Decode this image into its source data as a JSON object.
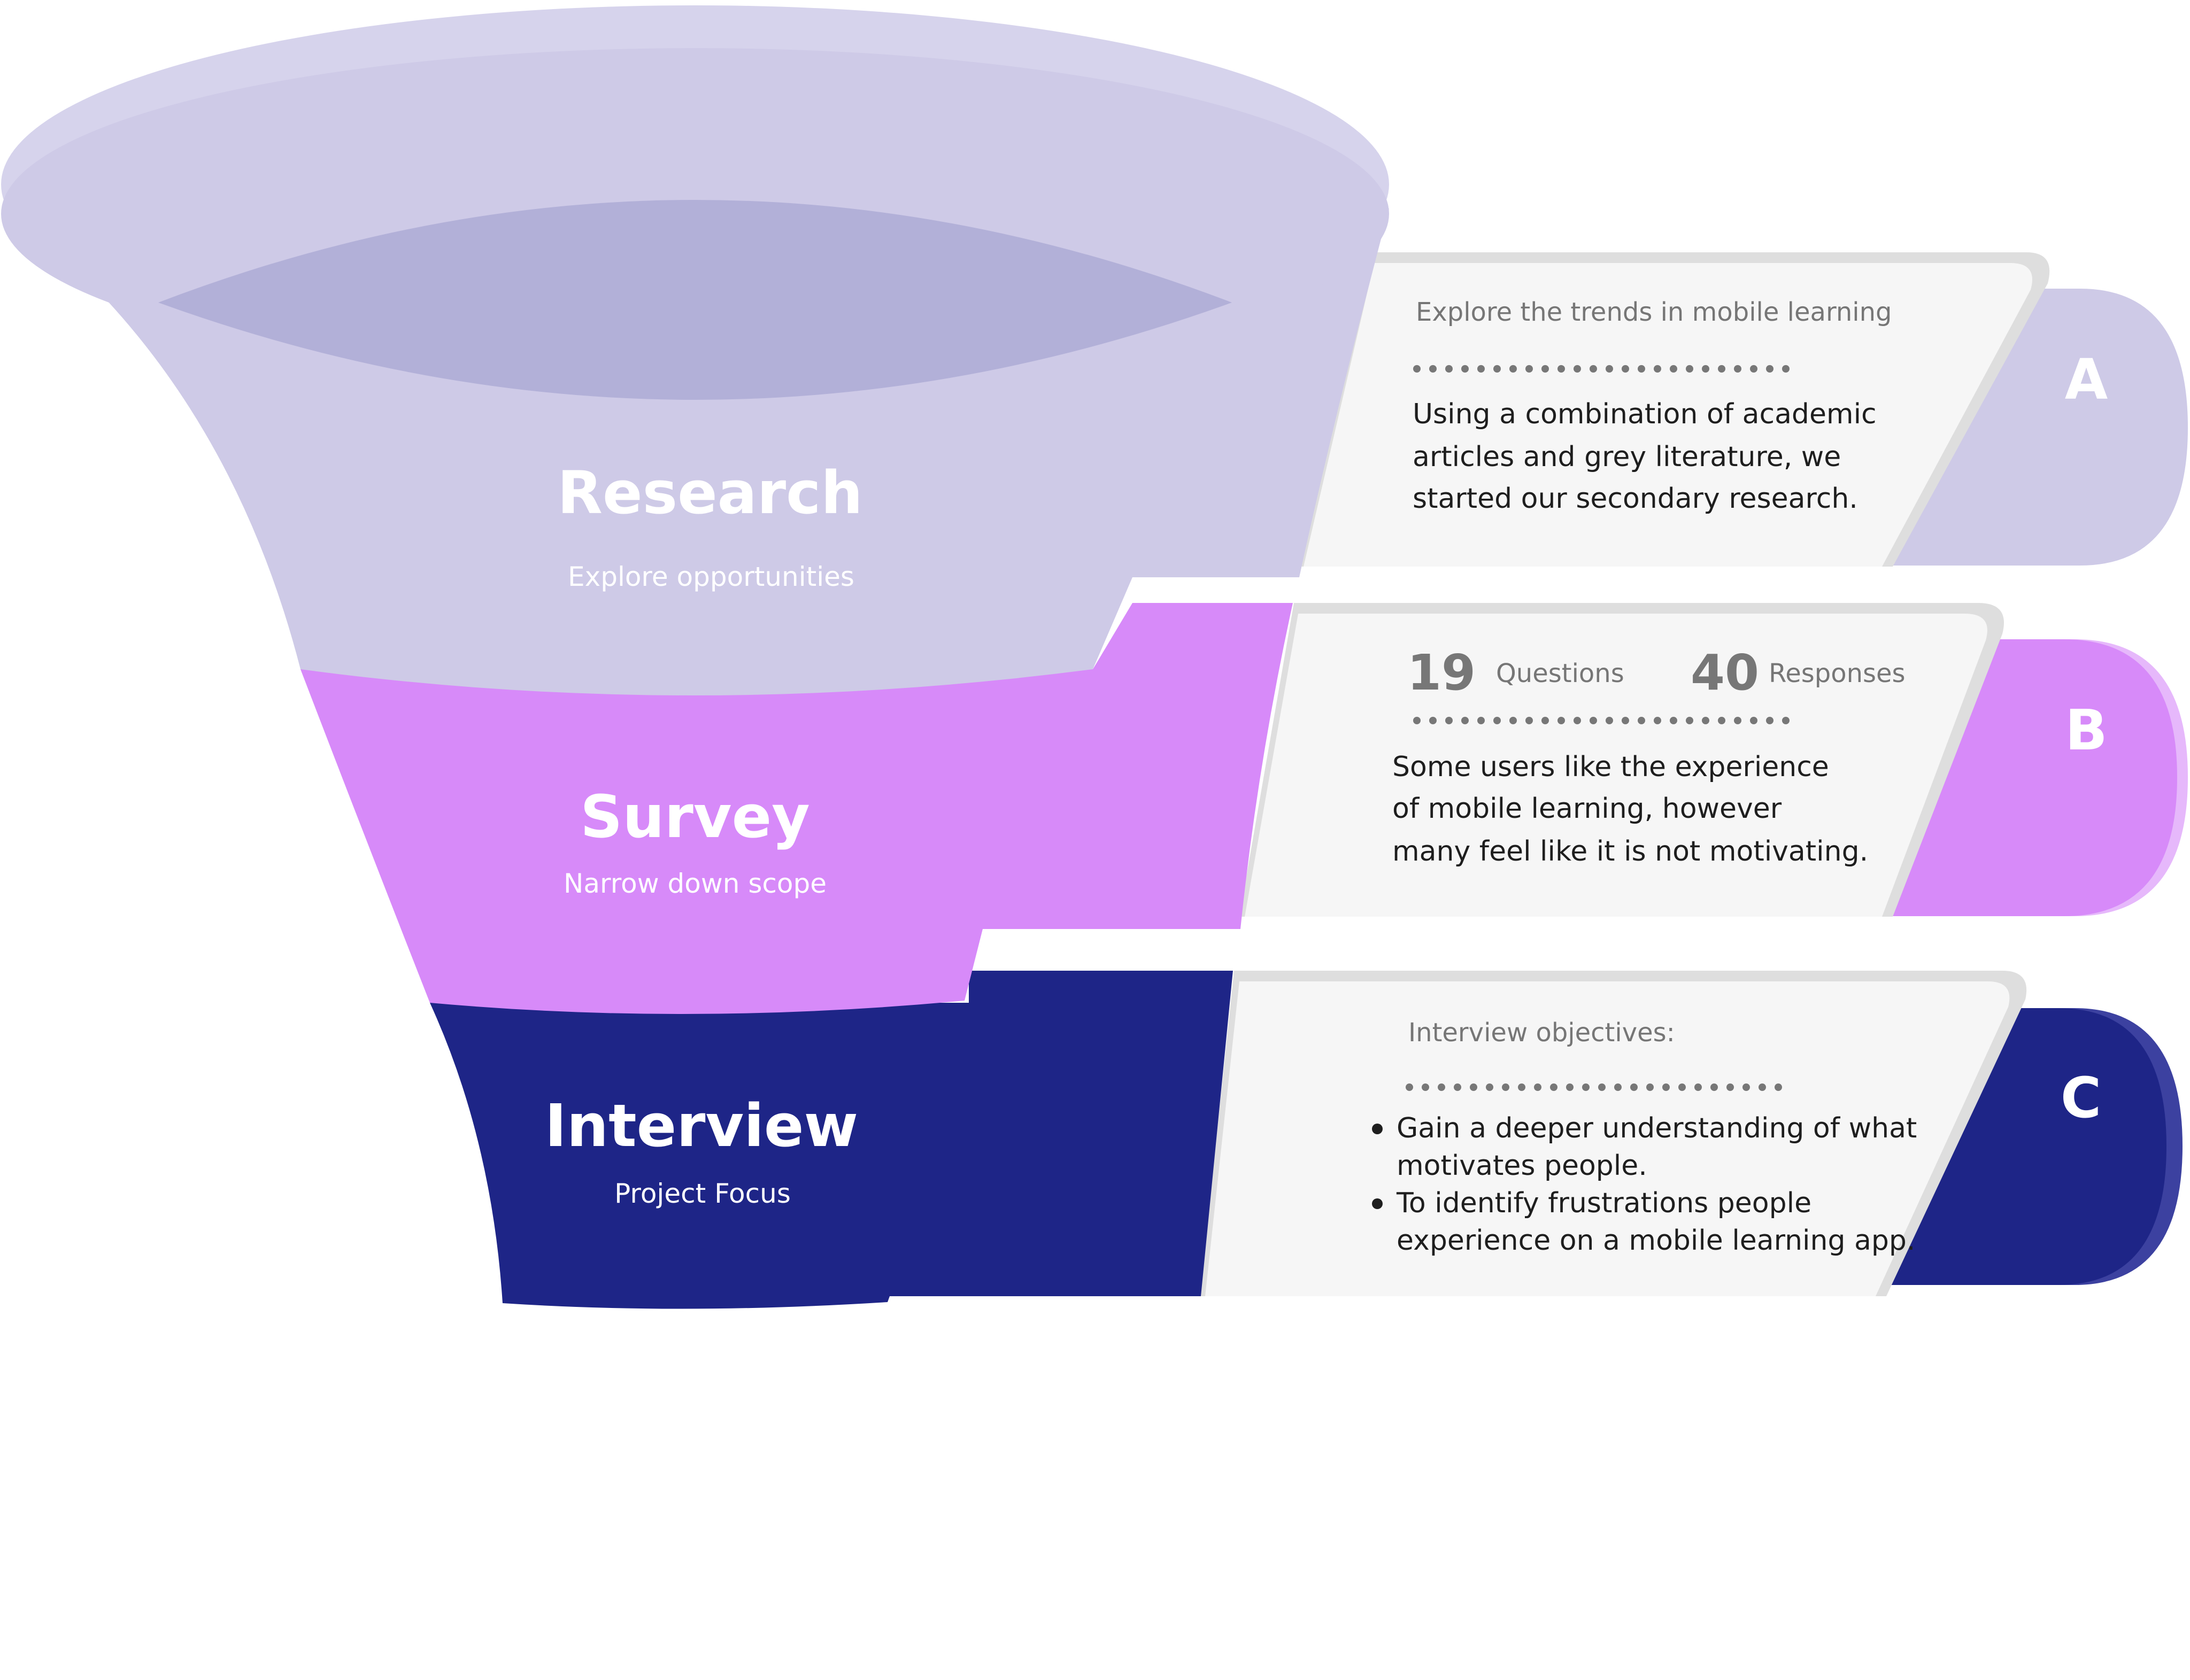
{
  "stages": [
    {
      "title": "Research",
      "subtitle": "Explore opportunities",
      "color": "#cecae7"
    },
    {
      "title": "Survey",
      "subtitle": "Narrow down scope",
      "color": "#d78af9"
    },
    {
      "title": "Interview",
      "subtitle": "Project Focus",
      "color": "#1e2587"
    }
  ],
  "cards": {
    "a": {
      "letter": "A",
      "heading": "Explore the trends in mobile learning",
      "lines": [
        "Using a combination of academic",
        "articles and grey literature, we",
        "started our secondary research."
      ]
    },
    "b": {
      "letter": "B",
      "questions_count": "19",
      "questions_label": "Questions",
      "responses_count": "40",
      "responses_label": "Responses",
      "lines": [
        "Some users like the experience",
        "of mobile learning, however",
        "many feel like it is not motivating."
      ]
    },
    "c": {
      "letter": "C",
      "heading": "Interview objectives:",
      "bullets": [
        [
          "Gain a deeper understanding of what",
          "motivates people."
        ],
        [
          "To identify frustrations people",
          "experience on a mobile learning app."
        ]
      ]
    }
  },
  "colors": {
    "research": "#cecae7",
    "research_rim": "#d6d3ec",
    "research_inner": "#b2b0d8",
    "survey": "#d78af9",
    "interview": "#1e2587",
    "card_bg": "#f6f6f6",
    "card_border": "#dedede"
  }
}
